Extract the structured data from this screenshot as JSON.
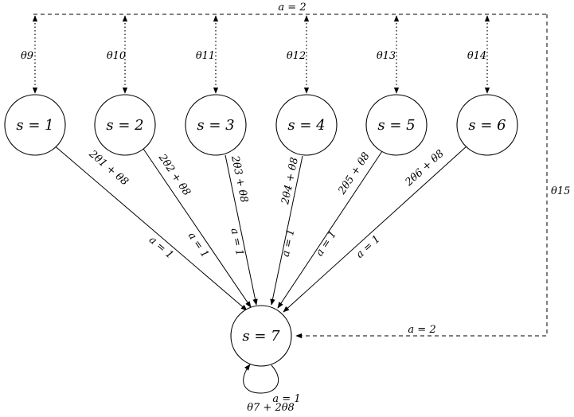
{
  "states": [
    {
      "id": "s1",
      "label": "s = 1"
    },
    {
      "id": "s2",
      "label": "s = 2"
    },
    {
      "id": "s3",
      "label": "s = 3"
    },
    {
      "id": "s4",
      "label": "s = 4"
    },
    {
      "id": "s5",
      "label": "s = 5"
    },
    {
      "id": "s6",
      "label": "s = 6"
    },
    {
      "id": "s7",
      "label": "s = 7"
    }
  ],
  "solid_edges": [
    {
      "from": "s1",
      "to": "s7",
      "action": "a = 1",
      "weight": "2θ1 + θ8"
    },
    {
      "from": "s2",
      "to": "s7",
      "action": "a = 1",
      "weight": "2θ2 + θ8"
    },
    {
      "from": "s3",
      "to": "s7",
      "action": "a = 1",
      "weight": "2θ3 + θ8"
    },
    {
      "from": "s4",
      "to": "s7",
      "action": "a = 1",
      "weight": "2θ4 + θ8"
    },
    {
      "from": "s5",
      "to": "s7",
      "action": "a = 1",
      "weight": "2θ5 + θ8"
    },
    {
      "from": "s6",
      "to": "s7",
      "action": "a = 1",
      "weight": "2θ6 + θ8"
    }
  ],
  "dotted_edges": [
    {
      "to": "s1",
      "weight": "θ9"
    },
    {
      "to": "s2",
      "weight": "θ10"
    },
    {
      "to": "s3",
      "weight": "θ11"
    },
    {
      "to": "s4",
      "weight": "θ12"
    },
    {
      "to": "s5",
      "weight": "θ13"
    },
    {
      "to": "s6",
      "weight": "θ14"
    }
  ],
  "dashed_loop": {
    "top_action": "a = 2",
    "right_weight": "θ15",
    "bottom_action": "a = 2"
  },
  "self_loop": {
    "node": "s7",
    "action": "a = 1",
    "weight": "θ7 + 2θ8"
  }
}
